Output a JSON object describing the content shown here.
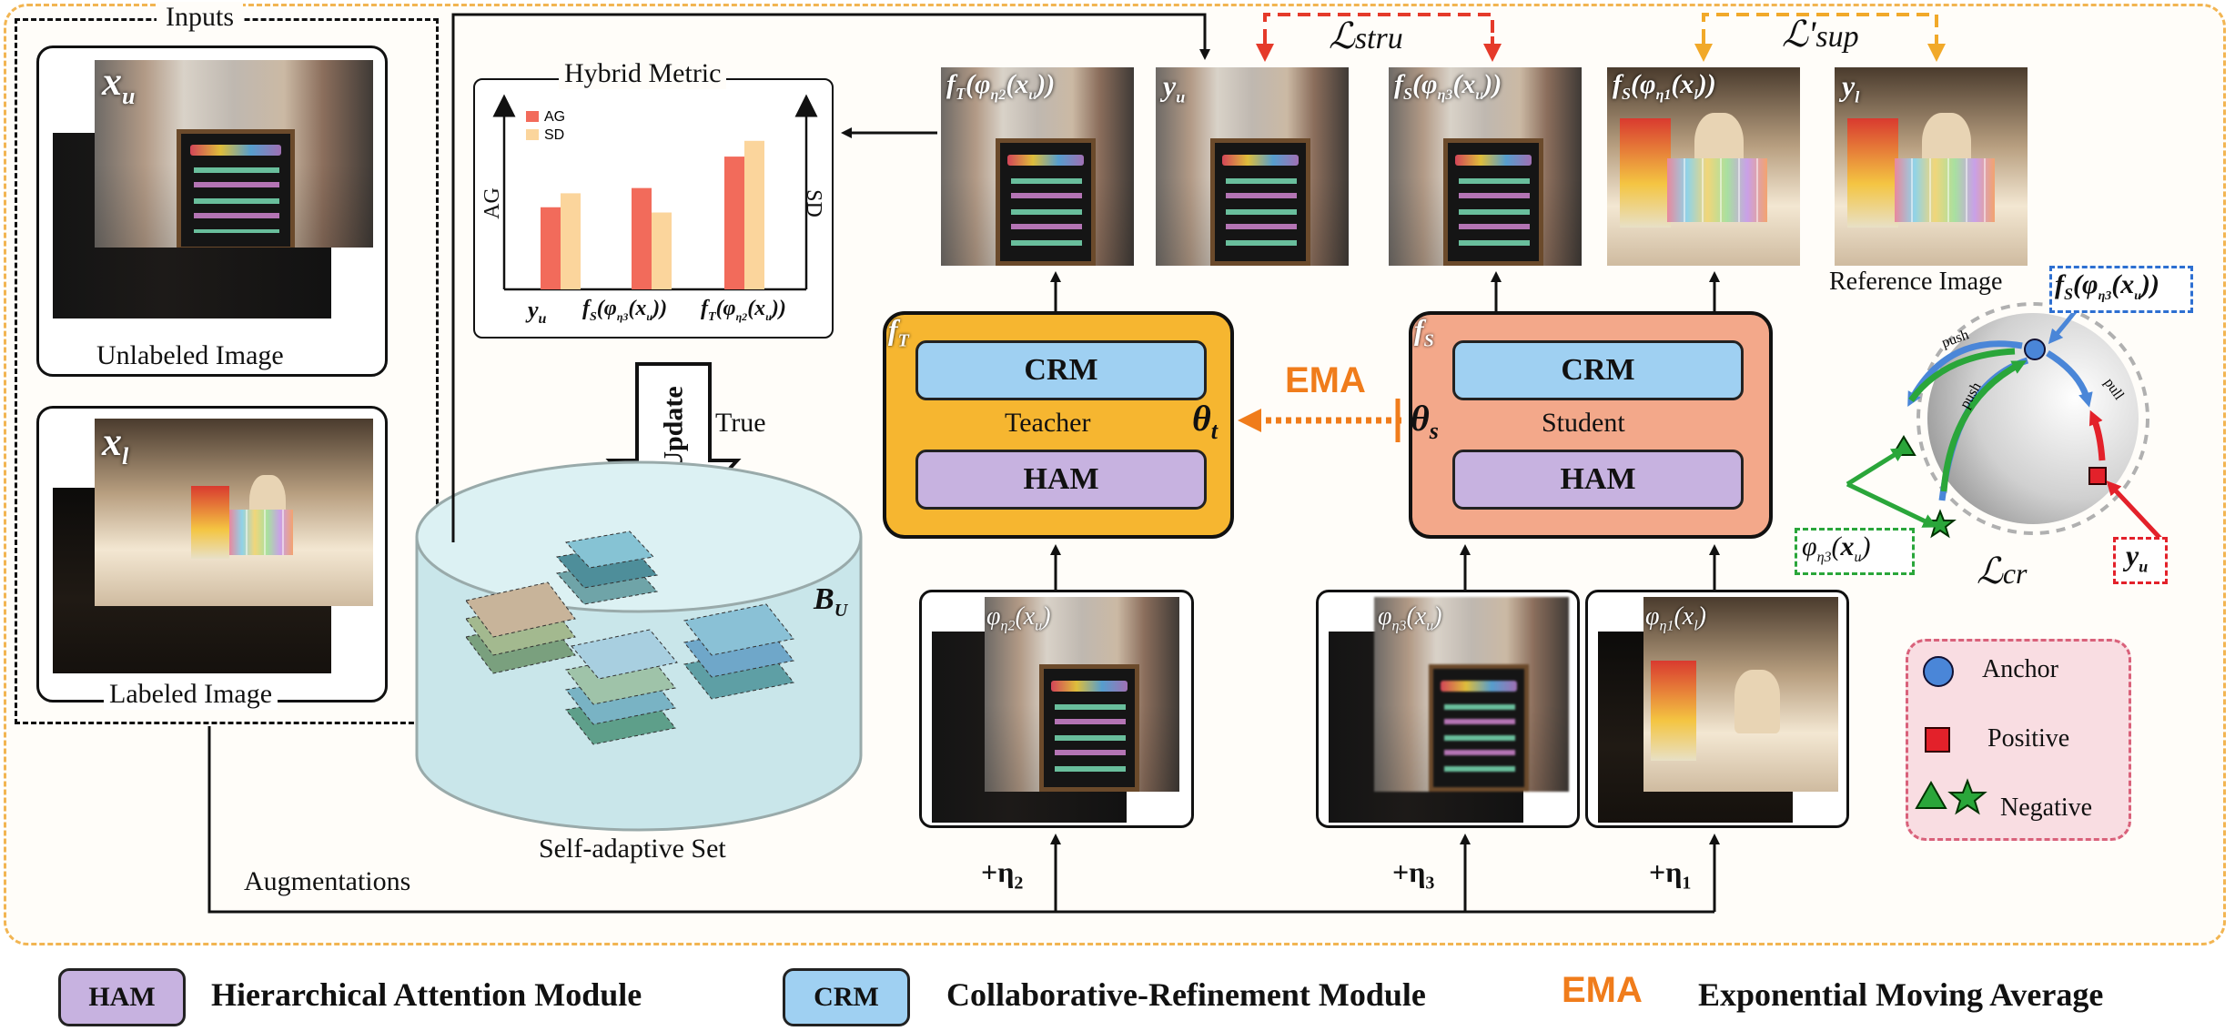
{
  "inputs": {
    "title": "Inputs",
    "unlabeled_symbol": "x",
    "unlabeled_sub": "u",
    "unlabeled_caption": "Unlabeled Image",
    "labeled_symbol": "x",
    "labeled_sub": "l",
    "labeled_caption": "Labeled Image"
  },
  "hybrid_metric": {
    "title": "Hybrid Metric",
    "ylabel_left": "AG",
    "ylabel_right": "SD",
    "legend": [
      "AG",
      "SD"
    ],
    "categories": [
      "y_u",
      "fS(φη3(xu))",
      "fT(φη2(xu))"
    ],
    "colors": {
      "AG": "#f26b5b",
      "SD": "#fbd59c"
    }
  },
  "chart_data": {
    "type": "bar",
    "title": "Hybrid Metric",
    "categories": [
      "y_u",
      "fS(φη3(xu))",
      "fT(φη2(xu))"
    ],
    "series": [
      {
        "name": "AG",
        "values": [
          0.47,
          0.58,
          0.76
        ]
      },
      {
        "name": "SD",
        "values": [
          0.55,
          0.44,
          0.85
        ]
      }
    ],
    "ylim": [
      0,
      1
    ],
    "ylabel": "AG",
    "y2label": "SD",
    "legend_position": "top-left"
  },
  "update": {
    "label": "Update",
    "true_label": "True"
  },
  "self_adaptive": {
    "label": "Self-adaptive Set",
    "symbol": "B",
    "sub": "U"
  },
  "augmentations": {
    "label": "Augmentations",
    "eta2": "+η2",
    "eta3": "+η3",
    "eta1": "+η1"
  },
  "top_images": {
    "ft": "fT(φη2(xu))",
    "yu": "yu",
    "fs3": "fS(φη3(xu))",
    "fs1": "fS(φη1(xl))",
    "yl": "yl",
    "reference_caption": "Reference Image"
  },
  "losses": {
    "stru": "ℒstru",
    "sup": "ℒ'sup",
    "cr": "ℒcr"
  },
  "teacher": {
    "symbol": "fT",
    "crm": "CRM",
    "ham": "HAM",
    "name": "Teacher",
    "theta": "θt"
  },
  "student": {
    "symbol": "fS",
    "crm": "CRM",
    "ham": "HAM",
    "name": "Student",
    "theta": "θs"
  },
  "ema": {
    "label": "EMA",
    "color": "#f07c1b"
  },
  "aug_images": {
    "phi2": "φη2(xu)",
    "phi3": "φη3(xu)",
    "phi1": "φη1(xl)"
  },
  "contrastive": {
    "anchor_box": "fS(φη3(xu))",
    "negative_box": "φη3(xu)",
    "positive_box": "yu",
    "push": "push",
    "pull": "pull"
  },
  "sample_legend": {
    "anchor": "Anchor",
    "positive": "Positive",
    "negative": "Negative"
  },
  "bottom_legend": {
    "ham_key": "HAM",
    "ham_text": "Hierarchical Attention Module",
    "crm_key": "CRM",
    "crm_text": "Collaborative-Refinement Module",
    "ema_key": "EMA",
    "ema_text": "Exponential Moving Average"
  },
  "colors": {
    "teacher": "#f6b630",
    "student": "#f3a88a",
    "crm": "#9fd0f2",
    "ham": "#c7b2e0",
    "stru_arrow": "#e53a2a",
    "sup_arrow": "#f1a92a",
    "negative": "#2aa63a",
    "positive": "#e3212a",
    "anchor": "#4a86d8"
  }
}
